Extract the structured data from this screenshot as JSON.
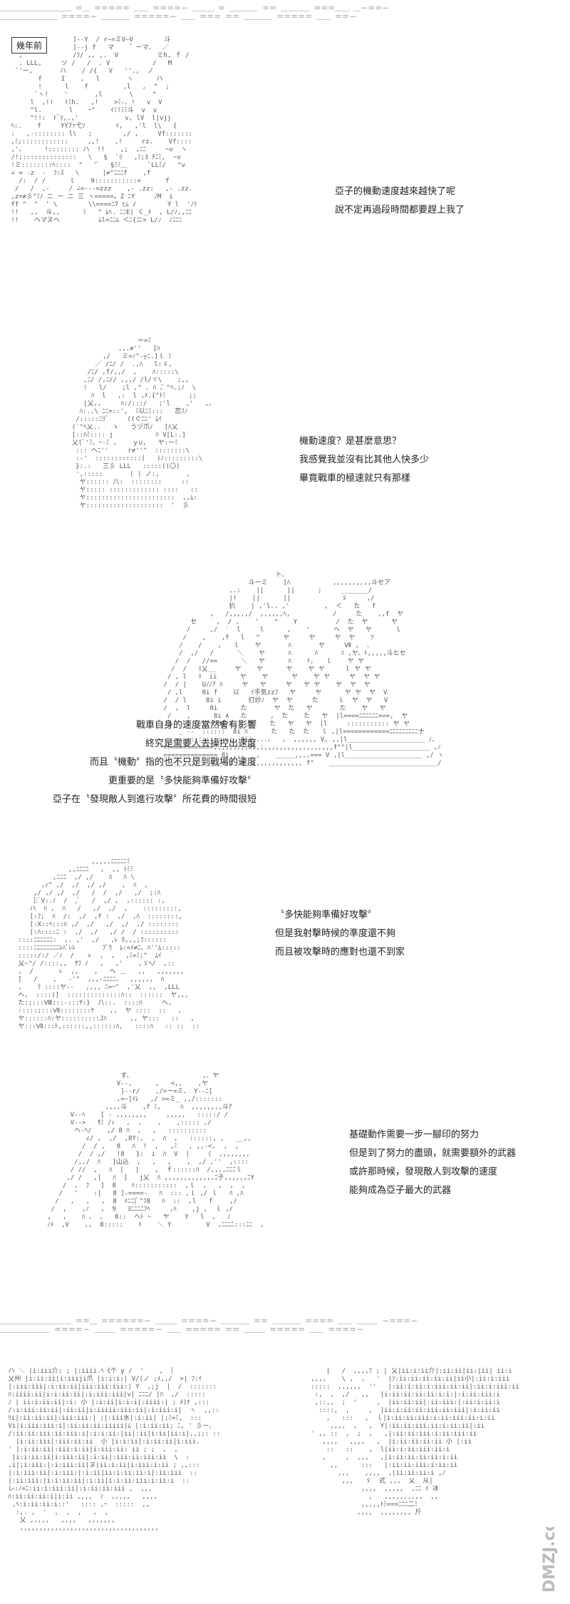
{
  "label": "幾年前",
  "panel1": {
    "lines": [
      "亞子的機動速度越來越快了呢",
      "說不定再過段時間都要趕上我了"
    ]
  },
  "panel2": {
    "lines": [
      "機動速度？是甚麼意思？",
      "我感覺我並沒有比其他人快多少",
      "畢竟戰車的極速就只有那樣"
    ]
  },
  "panel3": {
    "lines": [
      "戰車自身的速度當然會有影響",
      "終究是需要人去操控出速度",
      "而且〝機動〞指的也不只是到戰場的速度",
      "更重要的是〝多快能夠準備好攻擊〞",
      "亞子在〝發現敵人到進行攻擊〞所花費的時間很短"
    ]
  },
  "panel4": {
    "lines": [
      "〝多快能夠準備好攻擊〞",
      "但是我射擊時候的準度還不夠",
      "而且被攻擊時的應對也還不到家"
    ]
  },
  "panel5": {
    "lines": [
      "基礎動作需要一步一腳印的努力",
      "但是到了努力的盡頭，就需要額外的武器",
      "或許那時候，發現敵人到攻擊的速度",
      "能夠成為亞子最大的武器"
    ]
  },
  "watermark": "DMZJ.com"
}
